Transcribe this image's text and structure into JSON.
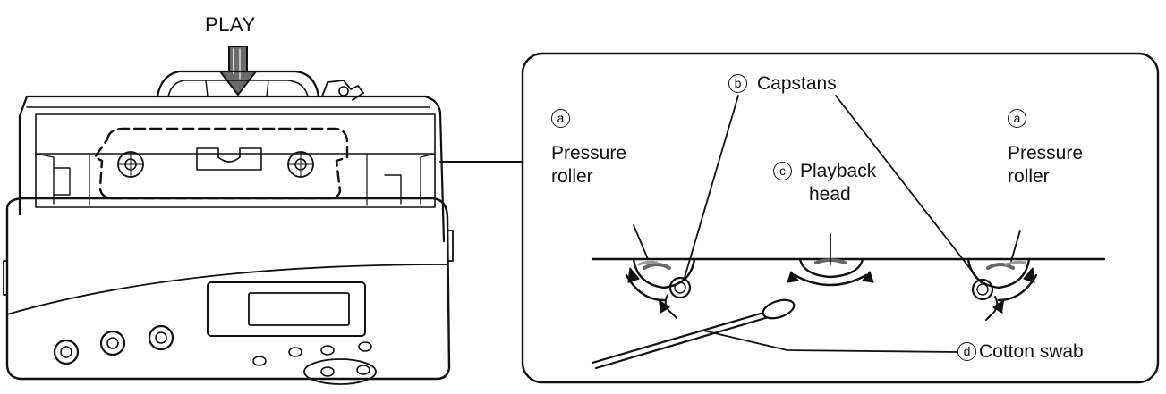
{
  "play_label": "PLAY",
  "labels": {
    "capstans": {
      "letter": "b",
      "text": "Capstans"
    },
    "pressure_left": {
      "letter": "a",
      "line1": "Pressure",
      "line2": "roller"
    },
    "pressure_right": {
      "letter": "a",
      "line1": "Pressure",
      "line2": "roller"
    },
    "playback_head": {
      "letter": "c",
      "line1": "Playback",
      "line2": "head"
    },
    "cotton_swab": {
      "letter": "d",
      "text": "Cotton swab"
    }
  }
}
